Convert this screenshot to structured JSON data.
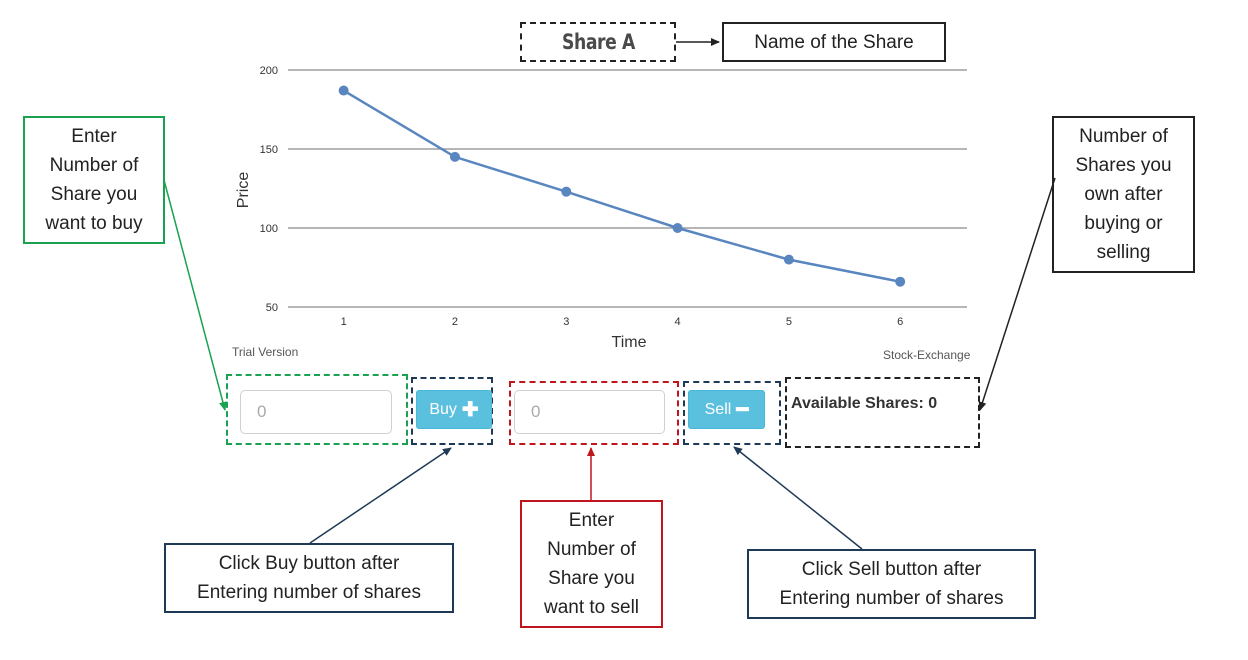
{
  "title": "Share A",
  "callouts": {
    "name": "Name of the Share",
    "buy_entry": [
      "Enter",
      "Number of",
      "Share you",
      "want to buy"
    ],
    "owned": [
      "Number of",
      "Shares you",
      "own after",
      "buying or",
      "selling"
    ],
    "click_buy": [
      "Click Buy button after",
      "Entering number of shares"
    ],
    "sell_entry": [
      "Enter",
      "Number of",
      "Share you",
      "want to sell"
    ],
    "click_sell": [
      "Click Sell button after",
      "Entering number of shares"
    ]
  },
  "chart_data": {
    "type": "line",
    "title": "Share A",
    "xlabel": "Time",
    "ylabel": "Price",
    "x": [
      1,
      2,
      3,
      4,
      5,
      6
    ],
    "values": [
      187,
      145,
      123,
      100,
      80,
      66
    ],
    "ylim": [
      50,
      200
    ],
    "yticks": [
      50,
      100,
      150,
      200
    ],
    "xticks": [
      1,
      2,
      3,
      4,
      5,
      6
    ],
    "grid": true,
    "line_color": "#5a86c0"
  },
  "footer": {
    "trial": "Trial Version",
    "exchange": "Stock-Exchange"
  },
  "controls": {
    "buy_value": "0",
    "buy_label": "Buy",
    "buy_icon": "plus-icon",
    "sell_value": "0",
    "sell_label": "Sell",
    "sell_icon": "minus-icon",
    "available": "Available Shares: 0"
  },
  "colors": {
    "button": "#5bc0de",
    "green": "#1aa152",
    "navy": "#1f3a56",
    "red": "#c0151c"
  }
}
